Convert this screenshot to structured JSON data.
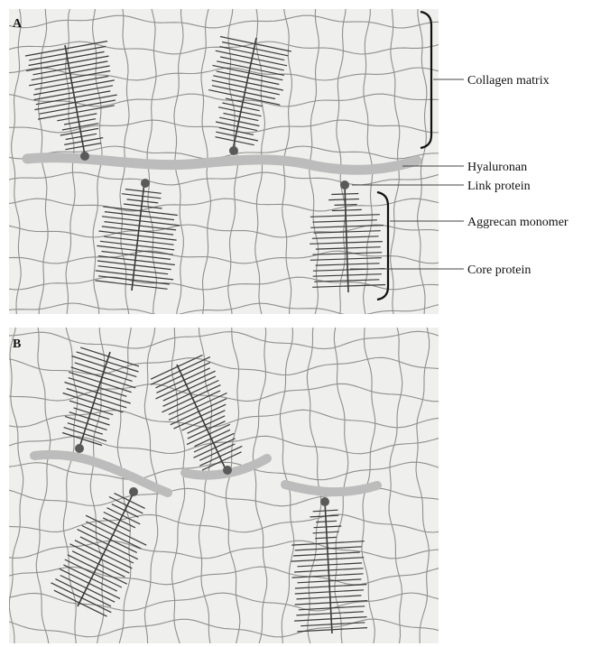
{
  "figure": {
    "panels": [
      {
        "letter": "A"
      },
      {
        "letter": "B"
      }
    ],
    "labels": {
      "collagen_matrix": "Collagen matrix",
      "hyaluronan": "Hyaluronan",
      "link_protein": "Link protein",
      "aggrecan_monomer": "Aggrecan monomer",
      "core_protein": "Core protein"
    },
    "colors": {
      "panel_background": "#efefed",
      "collagen_line": "#8f8f8f",
      "hyaluronan_band": "#bcbcbc",
      "aggrecan_stroke": "#3a3a3a",
      "link_dot": "#5a5a5a",
      "bracket": "#111111"
    }
  }
}
